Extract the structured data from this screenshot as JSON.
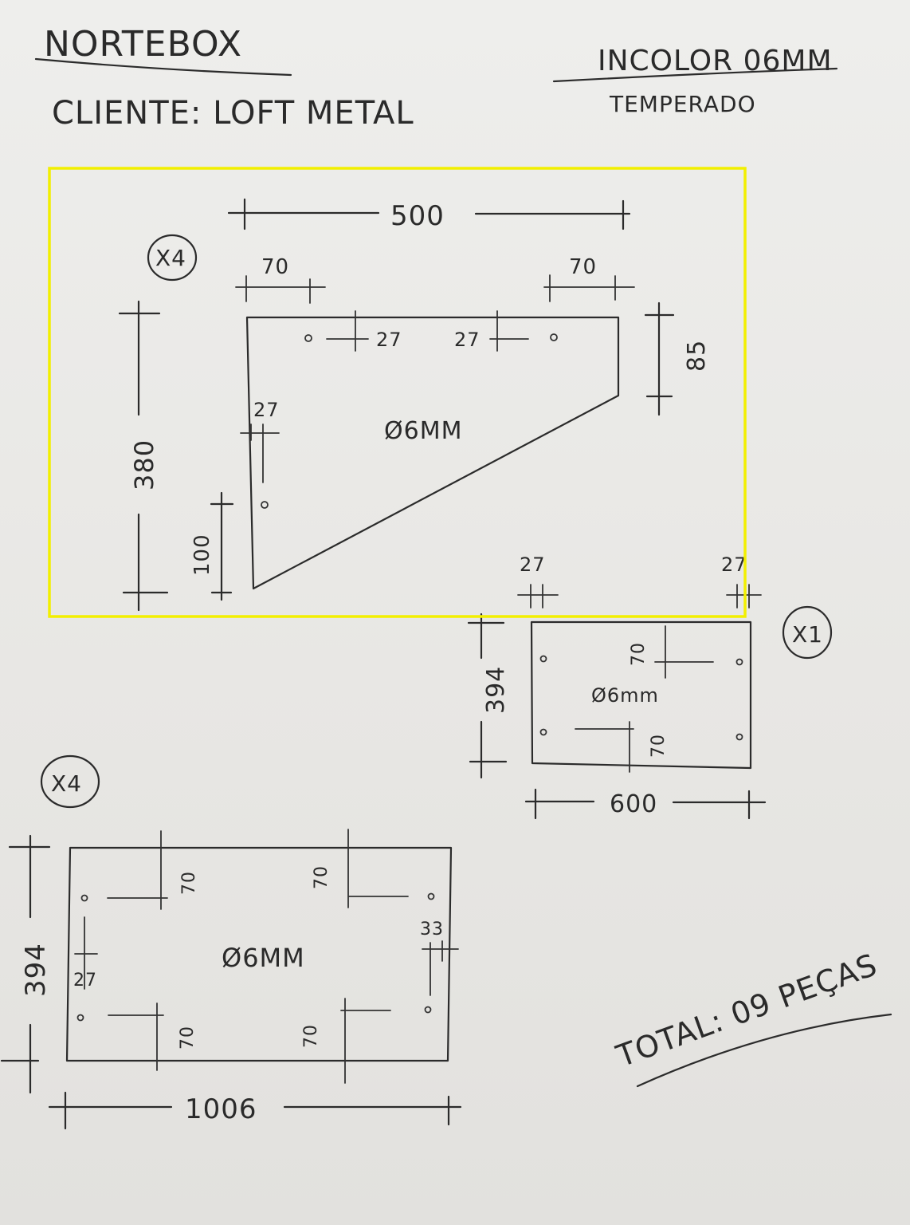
{
  "header": {
    "company": "NORTEBOX",
    "client": "CLIENTE: LOFT METAL",
    "glass": "INCOLOR 06MM",
    "treatment": "TEMPERADO"
  },
  "colors": {
    "ink": "#2b2b2b",
    "paper": "#eeeeec",
    "selection": "#f2ef00"
  },
  "piece_a": {
    "quantity": "X4",
    "width": "500",
    "height": "380",
    "offset_left": "70",
    "offset_right": "70",
    "hole_gap_left": "27",
    "hole_gap_right": "27",
    "side_offset": "27",
    "right_edge": "85",
    "bottom_offset": "100",
    "hole": "Ø6MM"
  },
  "piece_b": {
    "quantity": "X1",
    "width": "600",
    "height": "394",
    "offset_left": "27",
    "offset_right": "27",
    "hole_offset_top": "70",
    "hole_offset_bottom": "70",
    "hole": "Ø6mm"
  },
  "piece_c": {
    "quantity": "X4",
    "width": "1006",
    "height": "394",
    "offset_top_left": "70",
    "offset_top_right": "70",
    "offset_bottom_left": "70",
    "offset_bottom_right": "70",
    "side_left": "27",
    "side_right": "33",
    "hole": "Ø6MM"
  },
  "total": "TOTAL: 09 PEÇAS"
}
